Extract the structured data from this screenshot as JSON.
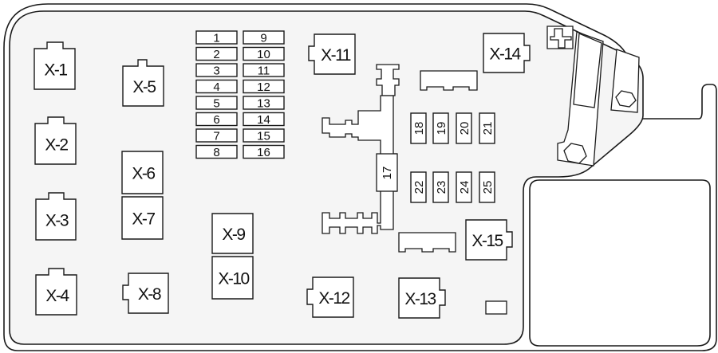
{
  "title": "Fuse box layout diagram",
  "connectors": [
    {
      "id": "X-1",
      "label": "X-1"
    },
    {
      "id": "X-2",
      "label": "X-2"
    },
    {
      "id": "X-3",
      "label": "X-3"
    },
    {
      "id": "X-4",
      "label": "X-4"
    },
    {
      "id": "X-5",
      "label": "X-5"
    },
    {
      "id": "X-6",
      "label": "X-6"
    },
    {
      "id": "X-7",
      "label": "X-7"
    },
    {
      "id": "X-8",
      "label": "X-8"
    },
    {
      "id": "X-9",
      "label": "X-9"
    },
    {
      "id": "X-10",
      "label": "X-10"
    },
    {
      "id": "X-11",
      "label": "X-11"
    },
    {
      "id": "X-12",
      "label": "X-12"
    },
    {
      "id": "X-13",
      "label": "X-13"
    },
    {
      "id": "X-14",
      "label": "X-14"
    },
    {
      "id": "X-15",
      "label": "X-15"
    }
  ],
  "fuses_left_column": [
    "1",
    "2",
    "3",
    "4",
    "5",
    "6",
    "7",
    "8"
  ],
  "fuses_right_column": [
    "9",
    "10",
    "11",
    "12",
    "13",
    "14",
    "15",
    "16"
  ],
  "fuse_17": "17",
  "fuses_upper_row": [
    "18",
    "19",
    "20",
    "21"
  ],
  "fuses_lower_row": [
    "22",
    "23",
    "24",
    "25"
  ],
  "colors": {
    "panel": "#f5f5f5",
    "line": "#1a1a1a",
    "component": "#ffffff"
  }
}
